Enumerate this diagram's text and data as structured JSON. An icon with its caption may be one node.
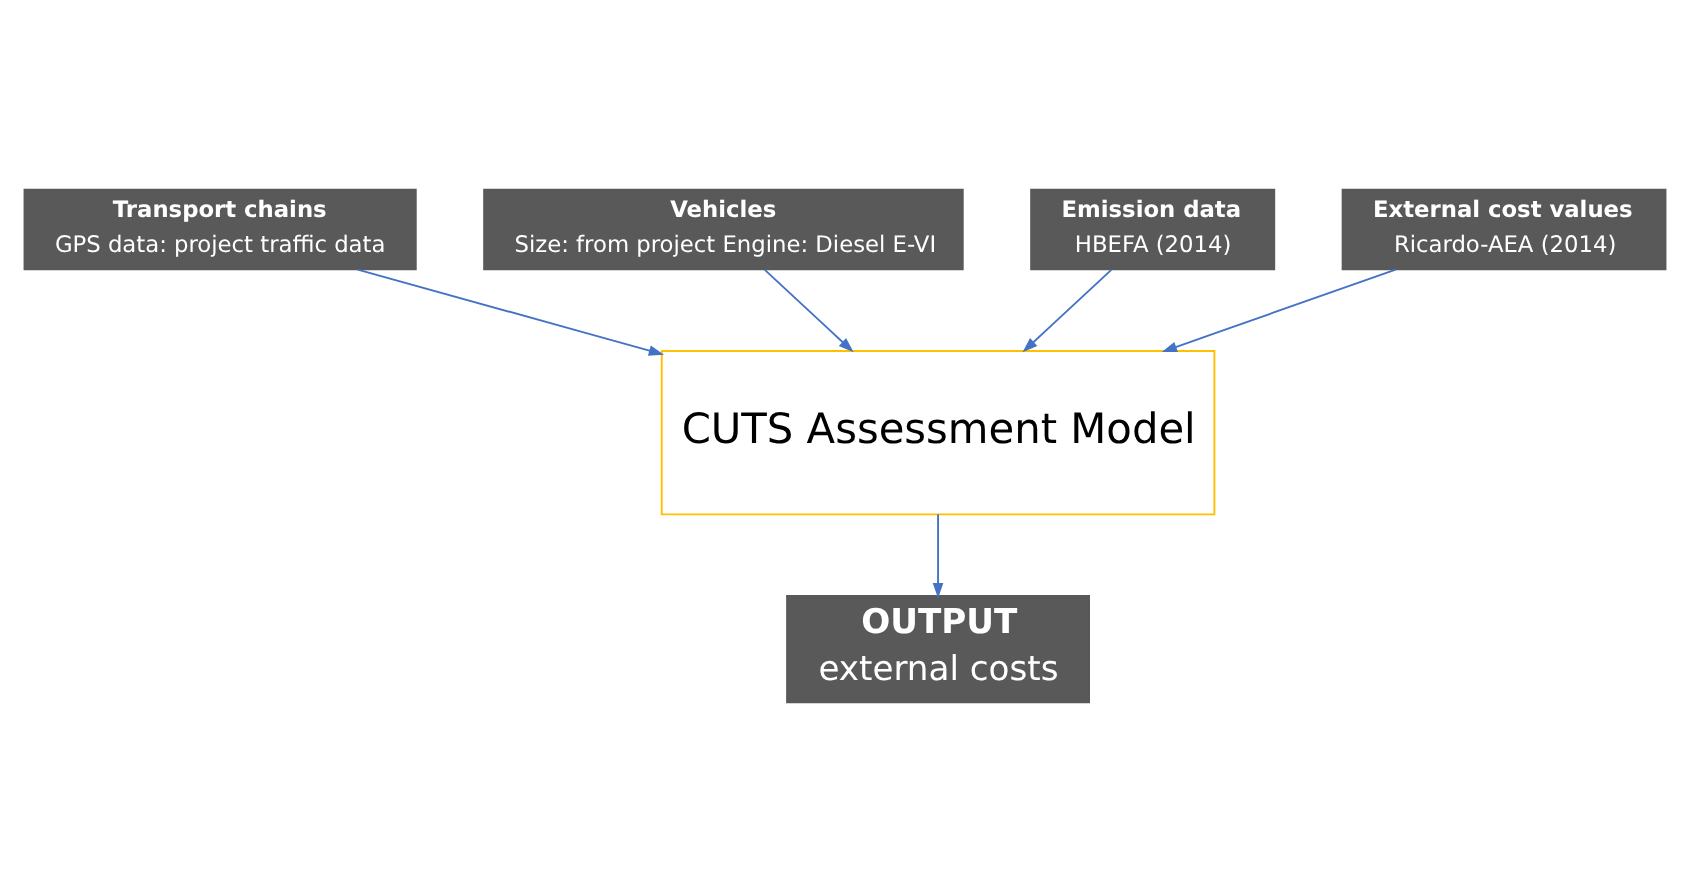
{
  "diagram": {
    "nodes": [
      {
        "text": [
          "Transport chains",
          "GPS data: project traffic data"
        ]
      },
      {
        "text": [
          "Vehicles",
          "Size: from project Engine: Diesel E-VI"
        ]
      },
      {
        "text": [
          "Emission data",
          "HBEFA (2014)"
        ]
      },
      {
        "text": [
          "External cost values",
          "Ricardo-AEA (2014)"
        ]
      },
      {
        "text": [
          "CUTS Assessment Model"
        ]
      },
      {
        "text": [
          "OUTPUT",
          "external costs"
        ]
      }
    ],
    "edges": [
      {
        "from": 0,
        "to": 4,
        "arrow": "to"
      },
      {
        "from": 1,
        "to": 4,
        "arrow": "to"
      },
      {
        "from": 2,
        "to": 4,
        "arrow": "to"
      },
      {
        "from": 3,
        "to": 4,
        "arrow": "to"
      },
      {
        "from": 4,
        "to": 5,
        "arrow": "to"
      }
    ]
  }
}
